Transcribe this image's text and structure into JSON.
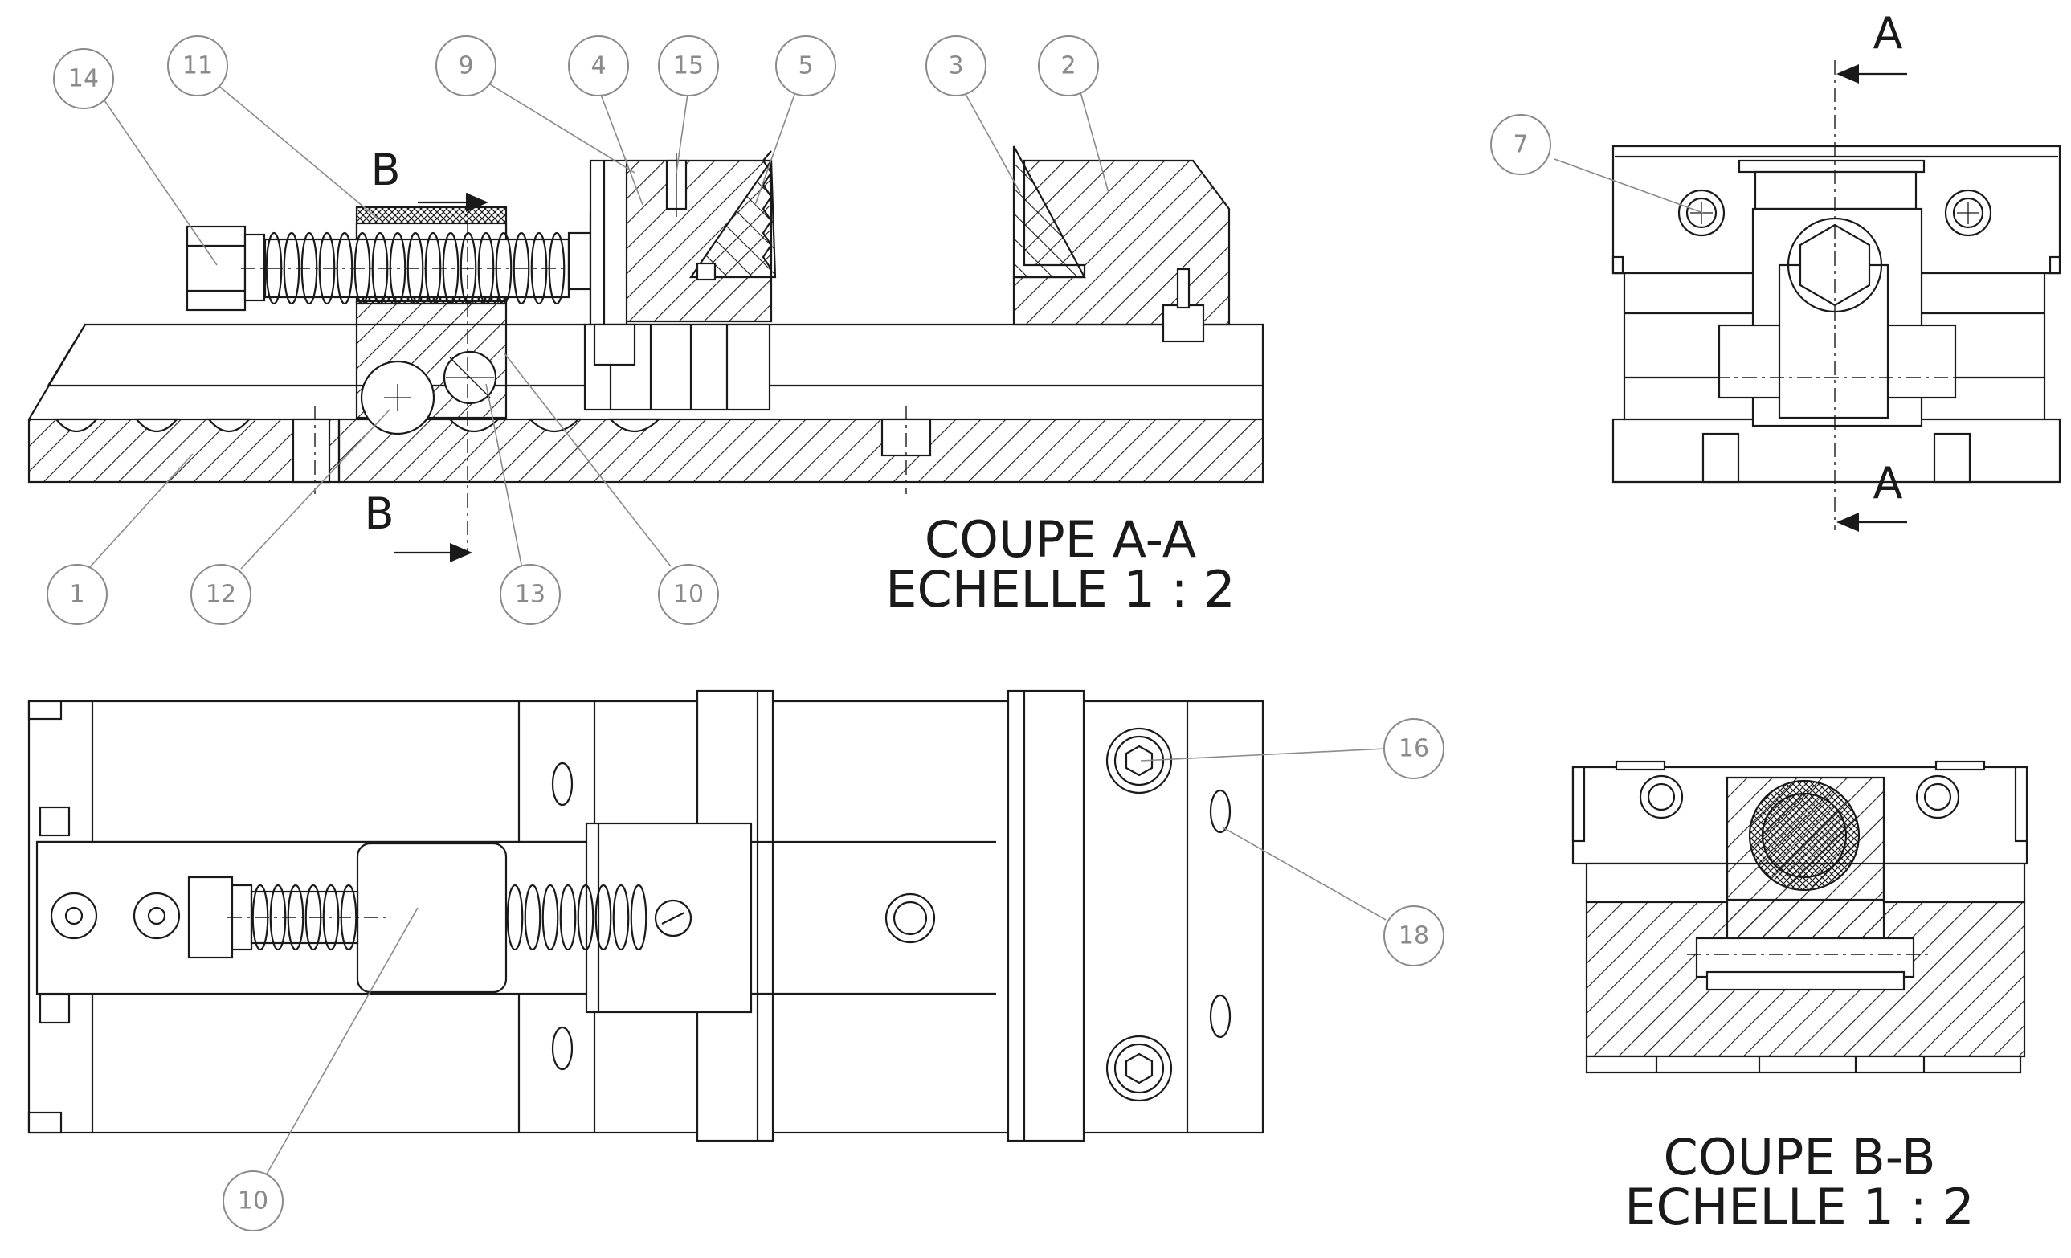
{
  "section_aa": {
    "title": "COUPE A-A",
    "scale": "ECHELLE 1 : 2"
  },
  "section_bb": {
    "title": "COUPE B-B",
    "scale": "ECHELLE 1 : 2"
  },
  "section_markers": {
    "a_top": "A",
    "a_bottom": "A",
    "b_top": "B",
    "b_bottom": "B"
  },
  "balloons": {
    "b14": "14",
    "b11": "11",
    "b9": "9",
    "b4": "4",
    "b15": "15",
    "b5": "5",
    "b3": "3",
    "b2": "2",
    "b1": "1",
    "b12": "12",
    "b13": "13",
    "b10a": "10",
    "b7": "7",
    "b16": "16",
    "b18": "18",
    "b10b": "10"
  }
}
